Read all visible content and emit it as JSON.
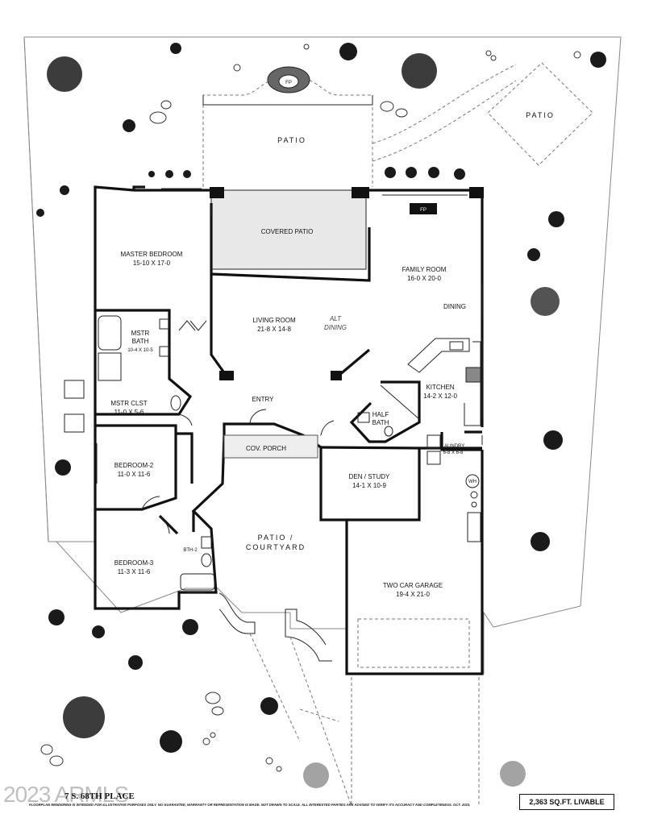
{
  "rooms": {
    "fp_top": "FP",
    "patio_top": "PATIO",
    "patio_right": "PATIO",
    "covered_patio": "COVERED PATIO",
    "master_bedroom": {
      "name": "MASTER BEDROOM",
      "size": "15-10  X  17-0"
    },
    "family_room": {
      "name": "FAMILY ROOM",
      "size": "16-0  X  20-0"
    },
    "fp_family": "FP",
    "dining": "DINING",
    "living_room": {
      "name": "LIVING ROOM",
      "size": "21-8  X  14-8"
    },
    "alt_dining": {
      "line1": "ALT",
      "line2": "DINING"
    },
    "mstr_bath": {
      "line1": "MSTR",
      "line2": "BATH",
      "size": "10-4 X 10-5"
    },
    "kitchen": {
      "name": "KITCHEN",
      "size": "14-2  X  12-0"
    },
    "mstr_clst": {
      "name": "MSTR  CLST",
      "size": "11-0  X  5-6"
    },
    "entry": "ENTRY",
    "half_bath": {
      "line1": "HALF",
      "line2": "BATH"
    },
    "cov_porch": "COV. PORCH",
    "laundry": {
      "name": "LAUNDRY",
      "size": "6-8 X 6-8"
    },
    "wh": "WH",
    "bedroom2": {
      "name": "BEDROOM-2",
      "size": "11-0  X  11-6"
    },
    "den": {
      "name": "DEN / STUDY",
      "size": "14-1  X  10-9"
    },
    "patio_courtyard": {
      "line1": "PATIO /",
      "line2": "COURTYARD"
    },
    "bth2": "BTH-2",
    "bedroom3": {
      "name": "BEDROOM-3",
      "size": "11-3  X  11-6"
    },
    "garage": {
      "name": "TWO CAR GARAGE",
      "size": "19-4  X  21-0"
    }
  },
  "footer": {
    "watermark": "2023 ARMLS",
    "address": "7  S. 68TH PLACE",
    "disclaimer": "FLOORPLAN RENDERING IS INTENDED FOR ILLUSTRATIVE PURPOSES ONLY.  NO GUARANTEE, WARRANTY OR REPRESENTATION IS MADE.  NOT DRAWN TO SCALE.  ALL INTERESTED PARTIES ARE ADVISED TO VERIFY ITS ACCURACY AND COMPLETENESS.  OCT. 2023.",
    "livable": "2,363 SQ.FT. LIVABLE"
  }
}
